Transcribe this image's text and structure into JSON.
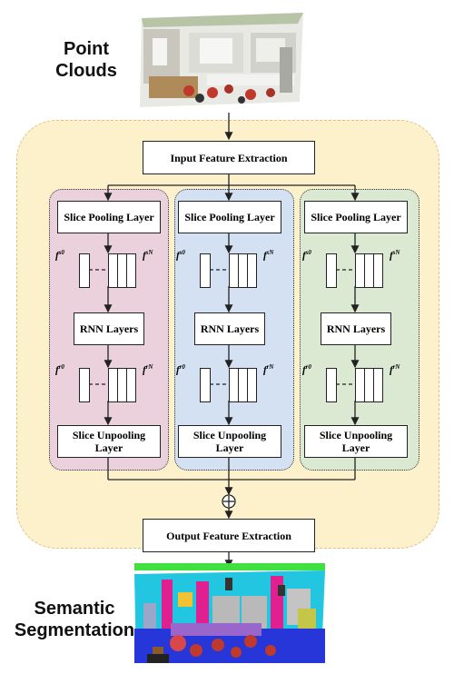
{
  "labels": {
    "point_clouds": "Point Clouds",
    "semantic_segmentation": "Semantic Segmentation"
  },
  "boxes": {
    "input_feature_extraction": "Input Feature Extraction",
    "output_feature_extraction": "Output Feature Extraction",
    "slice_pooling_layer": "Slice Pooling Layer",
    "rnn_layers": "RNN Layers",
    "slice_unpooling_layer": "Slice Unpooling Layer"
  },
  "feature_labels": {
    "fs_first": "f",
    "fs_first_sup": "s0",
    "fs_last": "f",
    "fs_last_sup": "sN",
    "fr_first": "f",
    "fr_first_sup": "r0",
    "fr_last": "f",
    "fr_last_sup": "rN"
  },
  "sum_symbol": "⊕",
  "colors": {
    "outer_panel": "#fdf1cc",
    "branch_red": "#ead1dc",
    "branch_blue": "#d3e1f2",
    "branch_green": "#dbe9d3"
  }
}
